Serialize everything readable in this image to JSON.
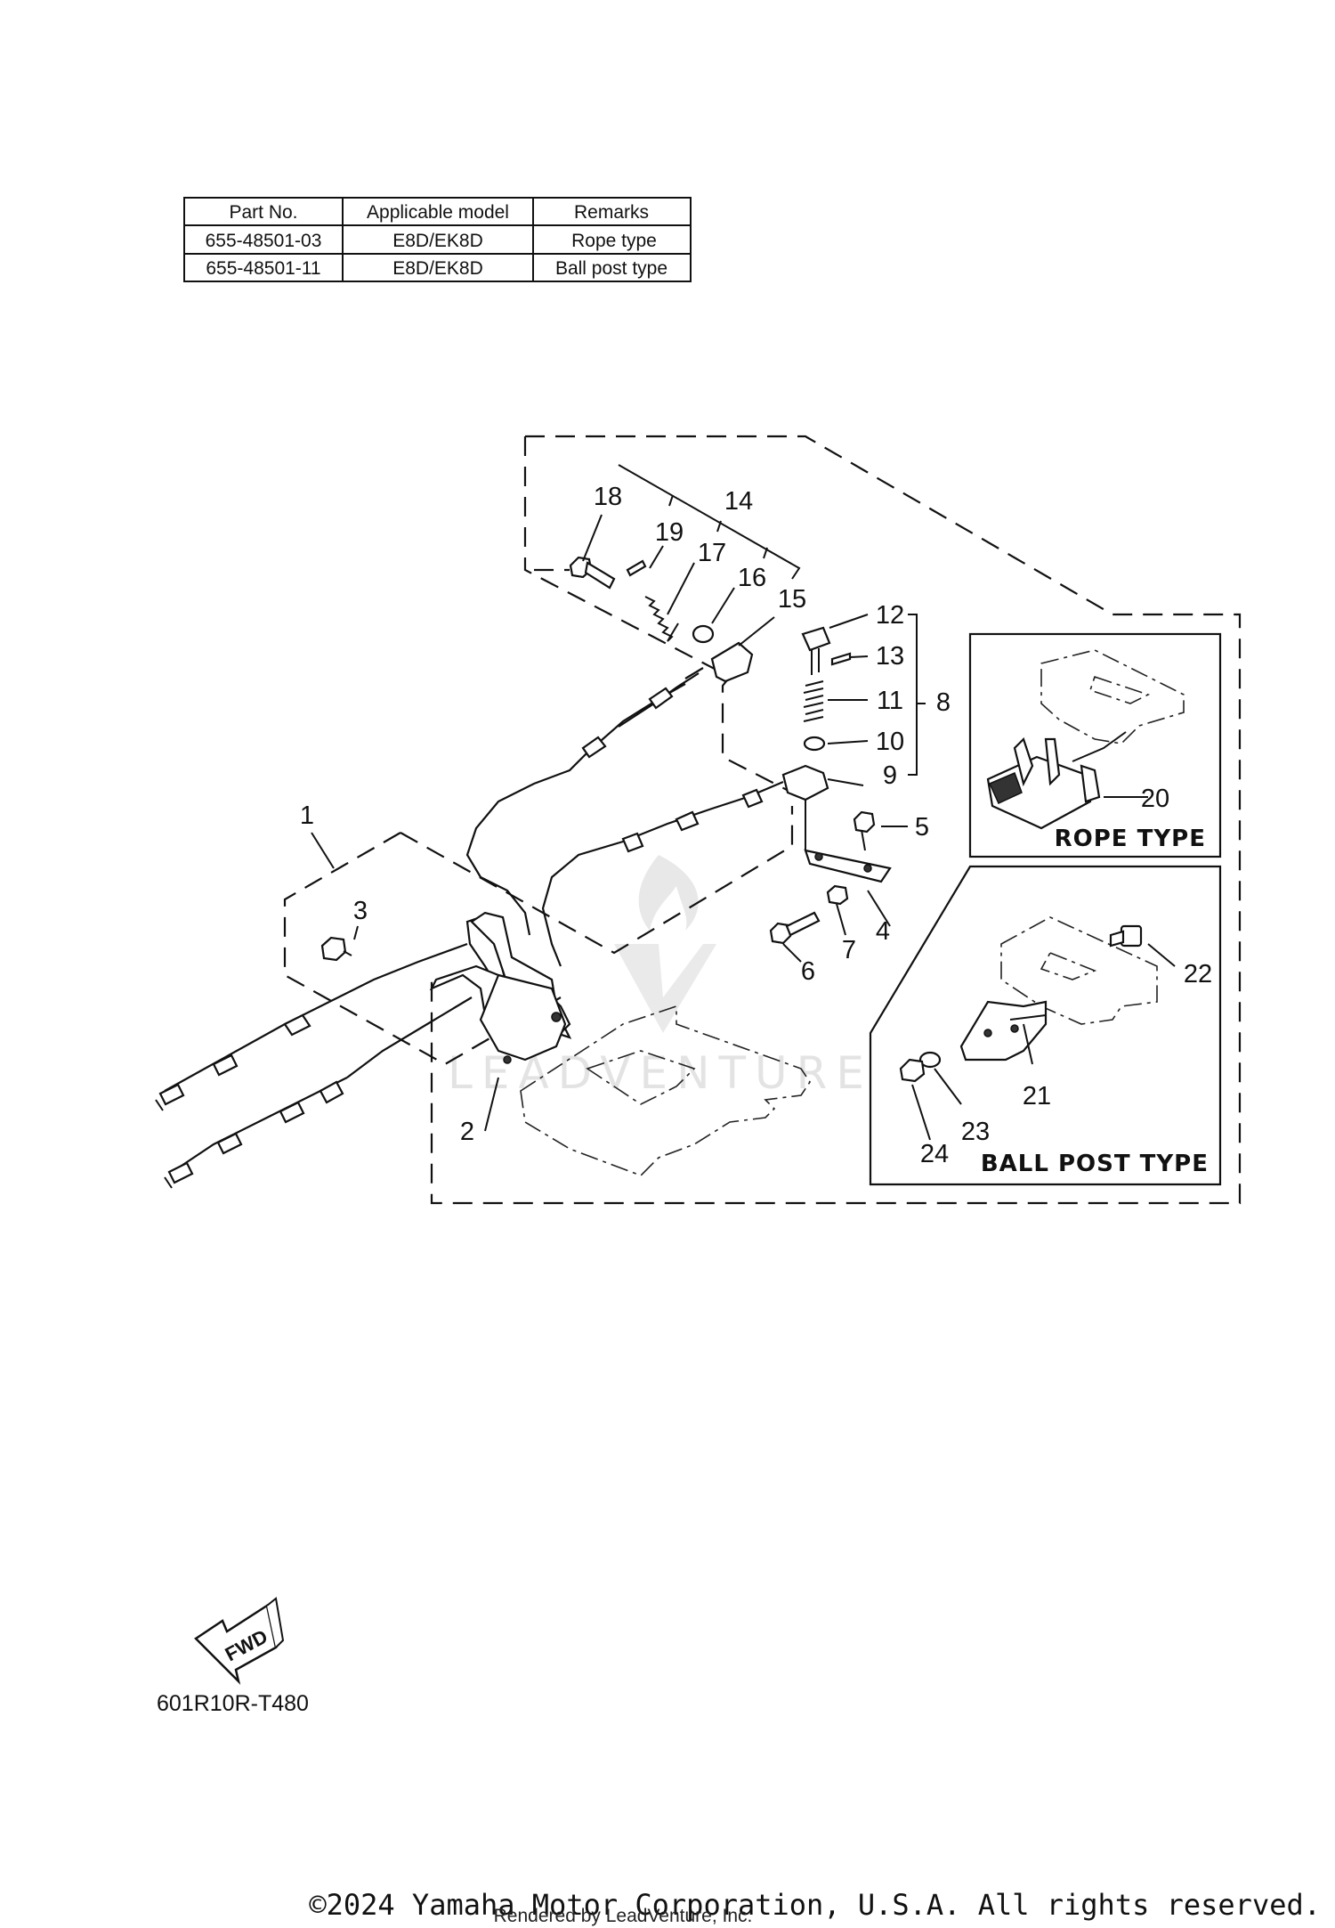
{
  "table": {
    "headers": [
      "Part No.",
      "Applicable model",
      "Remarks"
    ],
    "rows": [
      [
        "655-48501-03",
        "E8D/EK8D",
        "Rope type"
      ],
      [
        "655-48501-11",
        "E8D/EK8D",
        "Ball post type"
      ]
    ]
  },
  "callouts": {
    "c1": "1",
    "c2": "2",
    "c3": "3",
    "c4": "4",
    "c5": "5",
    "c6": "6",
    "c7": "7",
    "c8": "8",
    "c9": "9",
    "c10": "10",
    "c11": "11",
    "c12": "12",
    "c13": "13",
    "c14": "14",
    "c15": "15",
    "c16": "16",
    "c17": "17",
    "c18": "18",
    "c19": "19",
    "c20": "20",
    "c21": "21",
    "c22": "22",
    "c23": "23",
    "c24": "24"
  },
  "boxes": {
    "rope": "ROPE TYPE",
    "ball": "BALL POST TYPE"
  },
  "fwd_icon": {
    "label": "FWD"
  },
  "reference_code": "601R10R-T480",
  "footer": {
    "copyright": "©2024 Yamaha Motor Corporation, U.S.A. All rights reserved.",
    "rendered": "Rendered by LeadVenture, Inc."
  },
  "watermark": "LEADVENTURE"
}
